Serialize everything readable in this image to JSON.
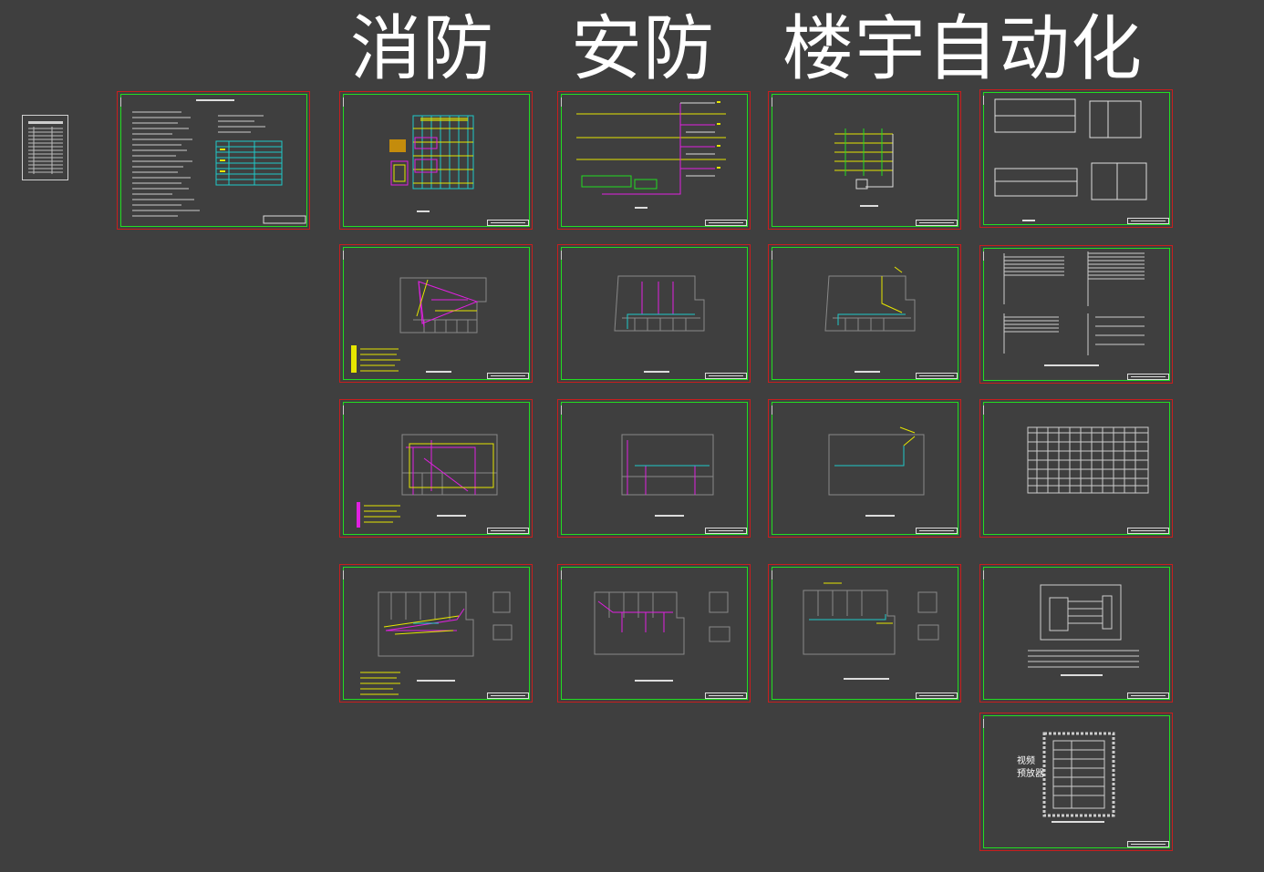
{
  "headings": {
    "fire": "消防",
    "security": "安防",
    "bas": "楼宇自动化"
  },
  "colors": {
    "background": "#3f3f3f",
    "sheet_border": "#c81e1e",
    "inner_frame": "#22dd22",
    "title_text": "#ffffff"
  },
  "sheets": {
    "cover_index": "cover-index-icon",
    "design_notes": "design-notes-icon",
    "fire_system": [
      "fire-system-diagram-icon",
      "fire-floor-plan-1-icon",
      "fire-floor-plan-2-icon",
      "fire-floor-plan-3-icon"
    ],
    "security_system": [
      "security-system-diagram-icon",
      "security-floor-plan-1-icon",
      "security-floor-plan-2-icon",
      "security-floor-plan-3-icon"
    ],
    "network_system": [
      "network-system-diagram-icon",
      "network-floor-plan-1-icon",
      "network-floor-plan-2-icon",
      "network-floor-plan-3-icon"
    ],
    "bas_column": [
      "bas-control-diagram-icon",
      "bas-point-list-icon",
      "bas-point-table-icon",
      "bas-cabinet-diagram-icon",
      "video-cabinet-layout-icon"
    ]
  },
  "cabinet_label": [
    "视频",
    "预放器"
  ]
}
